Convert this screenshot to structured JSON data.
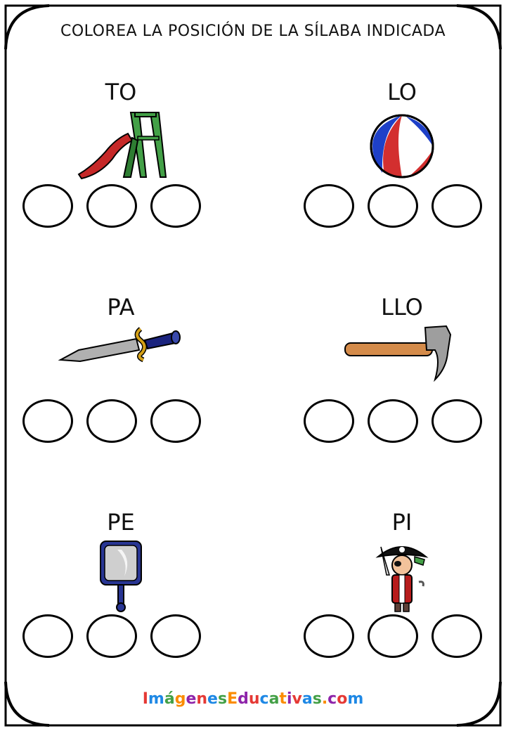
{
  "title": "COLOREA LA POSICIÓN DE LA SÍLABA INDICADA",
  "exercises": [
    {
      "syllable": "TO",
      "picture": "slide-icon"
    },
    {
      "syllable": "LO",
      "picture": "beach-ball-icon"
    },
    {
      "syllable": "PA",
      "picture": "sword-icon"
    },
    {
      "syllable": "LLO",
      "picture": "hammer-icon"
    },
    {
      "syllable": "PE",
      "picture": "hand-mirror-icon"
    },
    {
      "syllable": "PI",
      "picture": "pirate-icon"
    }
  ],
  "footer": {
    "text": "ImágenesEducativas.com",
    "letter_colors": [
      "#e53935",
      "#1e88e5",
      "#43a047",
      "#fb8c00",
      "#8e24aa",
      "#e53935",
      "#1e88e5",
      "#43a047",
      "#fb8c00",
      "#8e24aa",
      "#e53935",
      "#1e88e5",
      "#43a047",
      "#fb8c00",
      "#8e24aa",
      "#e53935",
      "#1e88e5",
      "#43a047",
      "#fb8c00",
      "#8e24aa",
      "#e53935",
      "#1e88e5"
    ]
  }
}
